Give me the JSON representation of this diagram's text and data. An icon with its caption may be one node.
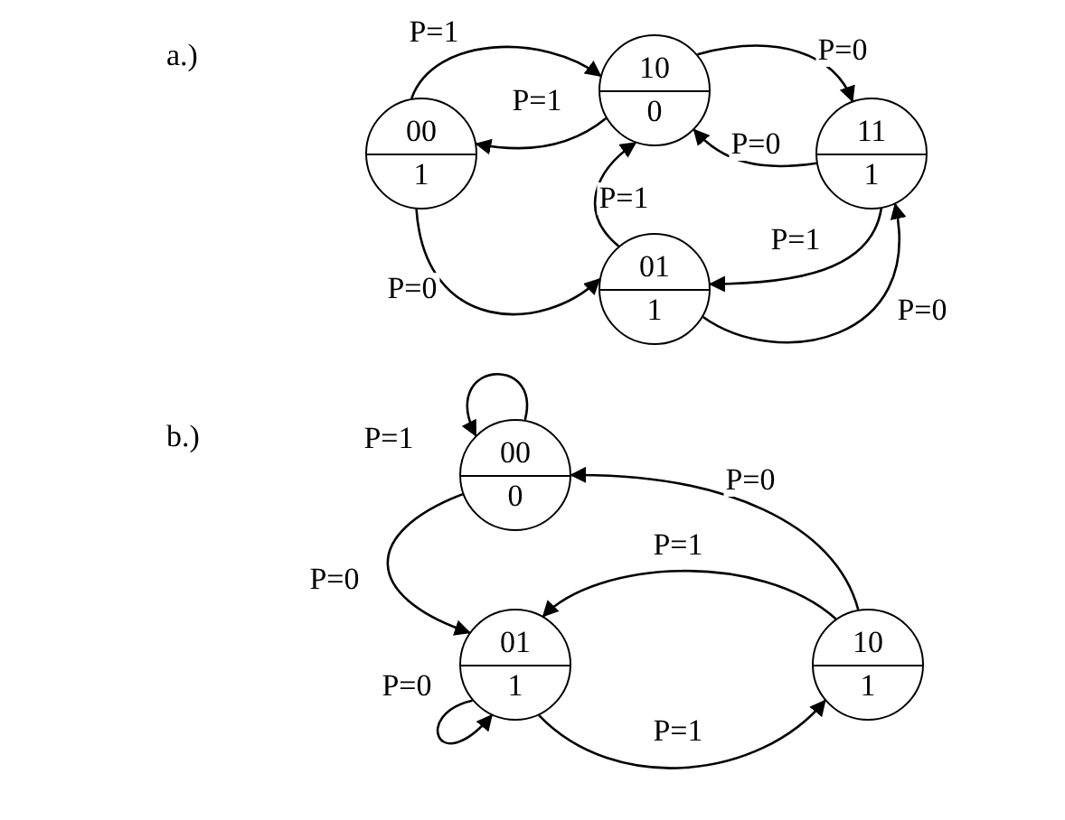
{
  "diagram": {
    "nodes": [
      {
        "text": [
          "10",
          "0"
        ]
      },
      {
        "text": [
          "00",
          "1"
        ]
      },
      {
        "text": [
          "11",
          "1"
        ]
      },
      {
        "text": [
          "01",
          "1"
        ]
      },
      {
        "text": [
          "00",
          "0"
        ]
      },
      {
        "text": [
          "01",
          "1"
        ]
      },
      {
        "text": [
          "10",
          "1"
        ]
      }
    ],
    "edges": [
      {
        "from": 1,
        "to": 0,
        "arrow": "to",
        "label": "P=1"
      },
      {
        "from": 0,
        "to": 1,
        "arrow": "to",
        "label": "P=1"
      },
      {
        "from": 0,
        "to": 2,
        "arrow": "to",
        "label": "P=0"
      },
      {
        "from": 2,
        "to": 0,
        "arrow": "to",
        "label": "P=0"
      },
      {
        "from": 3,
        "to": 0,
        "arrow": "to",
        "label": "P=1"
      },
      {
        "from": 2,
        "to": 3,
        "arrow": "to",
        "label": "P=1"
      },
      {
        "from": 1,
        "to": 3,
        "arrow": "to",
        "label": "P=0"
      },
      {
        "from": 3,
        "to": 2,
        "arrow": "to",
        "label": "P=0"
      },
      {
        "from": 4,
        "to": 4,
        "arrow": "to",
        "label": "P=1"
      },
      {
        "from": 4,
        "to": 5,
        "arrow": "to",
        "label": "P=0"
      },
      {
        "from": 6,
        "to": 4,
        "arrow": "to",
        "label": "P=0"
      },
      {
        "from": 6,
        "to": 5,
        "arrow": "to",
        "label": "P=1"
      },
      {
        "from": 5,
        "to": 5,
        "arrow": "to",
        "label": "P=0"
      },
      {
        "from": 5,
        "to": 6,
        "arrow": "to",
        "label": "P=1"
      }
    ],
    "labels": [
      "a.)",
      "b.)"
    ]
  }
}
